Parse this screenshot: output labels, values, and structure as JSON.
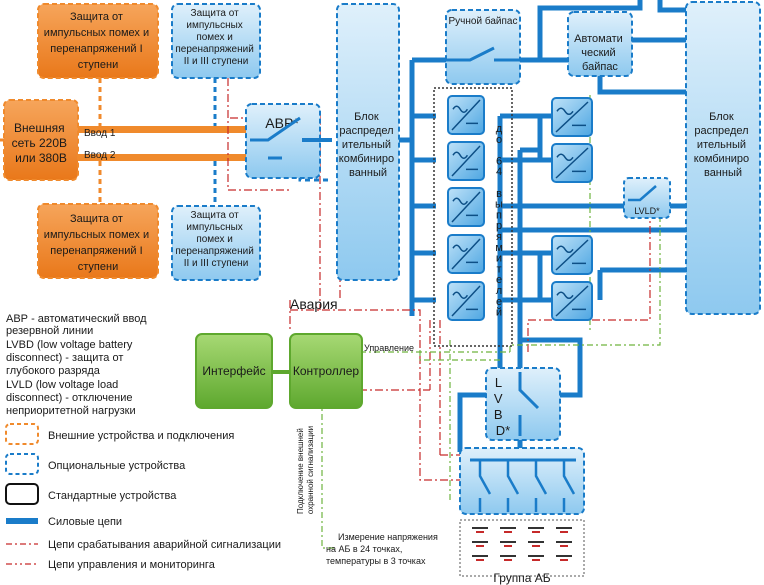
{
  "boxes": {
    "protect_top": [
      "Защита от",
      "импульсных помех и",
      "перенапряжений I",
      "ступени"
    ],
    "protect_bottom": [
      "Защита от",
      "импульсных помех и",
      "перенапряжений I",
      "ступени"
    ],
    "opt_protect_top": [
      "Защита от",
      "импульсных",
      "помех и",
      "перенапряжений",
      "II и III ступени"
    ],
    "opt_protect_bottom": [
      "Защита от",
      "импульсных",
      "помех и",
      "перенапряжений",
      "II и III ступени"
    ],
    "grid": [
      "Внешняя",
      "сеть 220В",
      "или 380В"
    ],
    "avr": "АВР*",
    "distrib_left": [
      "Блок",
      "распредел",
      "ительный",
      "комбиниро",
      "ванный"
    ],
    "distrib_right": [
      "Блок",
      "распредел",
      "ительный",
      "комбиниро",
      "ванный"
    ],
    "manual_bypass": "Ручной байпас",
    "auto_bypass": [
      "Автомати",
      "ческий",
      "байпас"
    ],
    "lvld": "LVLD*",
    "lvbd": [
      "L",
      "V",
      "B",
      "D*"
    ],
    "interface": "Интерфейс",
    "controller": "Контроллер",
    "battery_group": "Группа АБ"
  },
  "labels": {
    "input1": "Ввод 1",
    "input2": "Ввод 2",
    "alarm": "Авария",
    "control": "Управление",
    "rectifiers_vertical": [
      "д",
      "о",
      "",
      "6",
      "4",
      "",
      "в",
      "ы",
      "п",
      "р",
      "я",
      "м",
      "и",
      "т",
      "е",
      "л",
      "е",
      "й"
    ],
    "external_alarm": [
      "Подключение внешней",
      "охранной сигнализации"
    ],
    "measurement": [
      "Измерение напряжения",
      "на АБ в 24 точках,",
      "температуры в 3 точках"
    ]
  },
  "legend": {
    "avr_def": [
      "АВР - автоматический ввод",
      "резервной линии"
    ],
    "lvbd_def": [
      "LVBD (low voltage battery",
      "disconnect) - защита от",
      "глубокого разряда"
    ],
    "lvld_def": [
      "LVLD (low voltage load",
      "disconnect) - отключение",
      "неприоритетной нагрузки"
    ],
    "items": [
      "Внешние устройства и подключения",
      "Опциональные устройства",
      "Стандартные устройства",
      "Силовые цепи",
      "Цепи срабатывания аварийной сигнализации",
      "Цепи управления и мониторинга"
    ]
  },
  "colors": {
    "orange": "#f08a2c",
    "blue": "#1a7cc9",
    "light_blue": "#c7e4f8",
    "green": "#7cc242",
    "alarm_red": "#c62a2a",
    "control_green": "#6fb43f"
  }
}
